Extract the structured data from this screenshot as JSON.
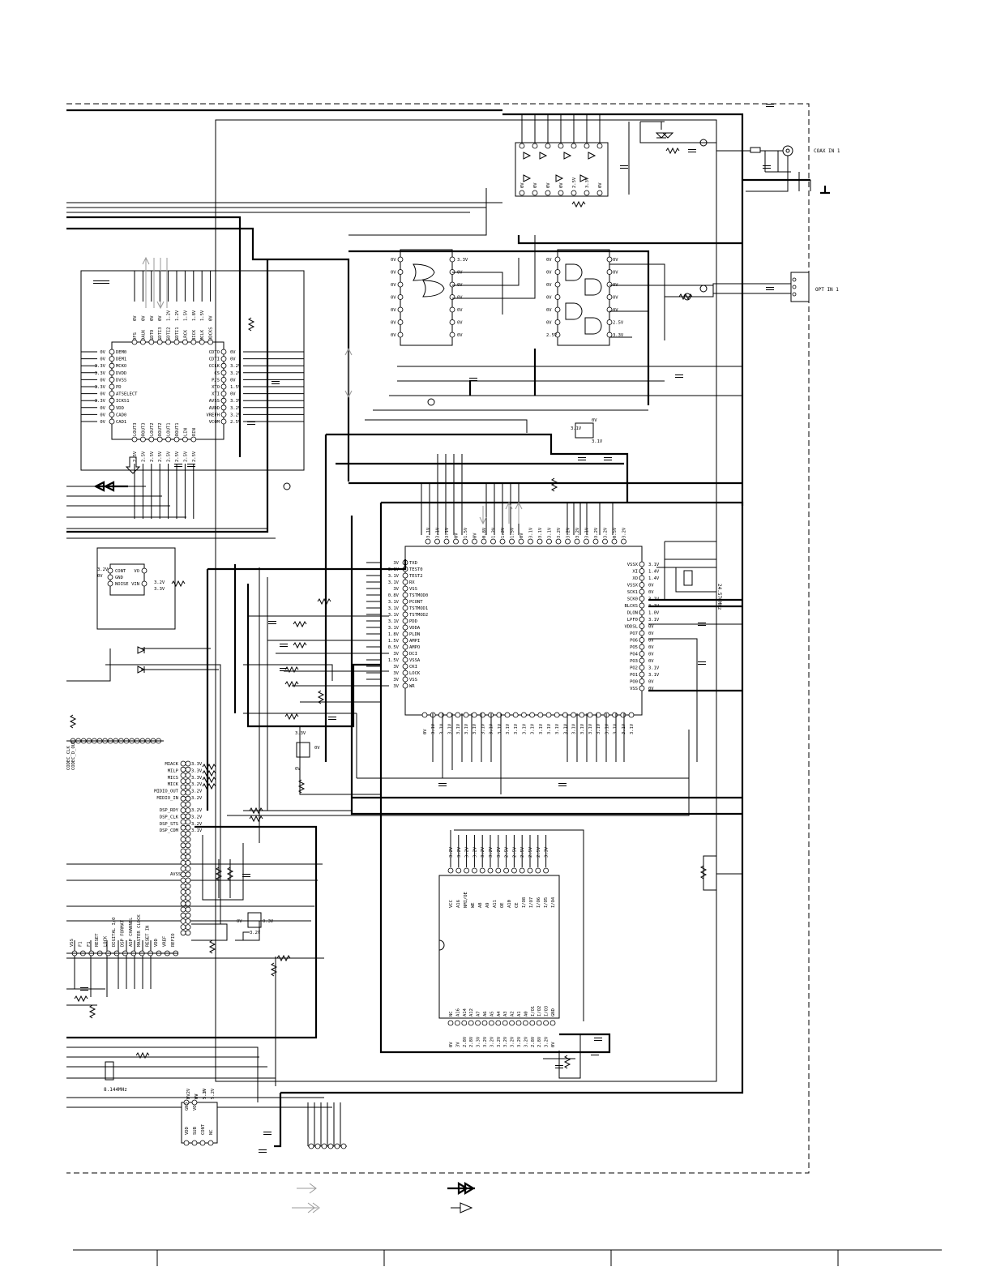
{
  "connectors": {
    "coax_in": "COAX IN 1",
    "opt_in": "OPT IN 1",
    "crystal": "24.576MHz",
    "crystal2": "8.144MHz"
  },
  "adc_ic": {
    "left_pins": [
      "DEM0",
      "DEM1",
      "MCKO",
      "DVDD",
      "DVSS",
      "PD",
      "ATSELECT",
      "ICKS1",
      "VDD",
      "CAD0",
      "CAD1"
    ],
    "left_volts": [
      "0V",
      "0V",
      "3.3V",
      "3.3V",
      "0V",
      "3.3V",
      "0V",
      "3.3V",
      "0V",
      "0V",
      "0V"
    ],
    "right_pins": [
      "CDTO",
      "CDTI",
      "CCLK",
      "CS",
      "P/S",
      "XTO",
      "XTI",
      "AVSS",
      "AVDD",
      "VREFH",
      "VCOM"
    ],
    "right_volts": [
      "0V",
      "0V",
      "3.2V",
      "3.2V",
      "0V",
      "1.5V",
      "0V",
      "3.3V",
      "3.2V",
      "3.2V",
      "2.5V"
    ],
    "top_pins": [
      "DFS",
      "DAUX",
      "SDTO",
      "SDTI3",
      "SDTI2",
      "SDTI1",
      "LRCK",
      "BICK",
      "MCLK",
      "DDCKS"
    ],
    "top_volts": [
      "0V",
      "0V",
      "0V",
      "0V",
      "1.2V",
      "1.2V",
      "1.5V",
      "1.8V",
      "1.5V",
      "0V"
    ],
    "bottom_pins": [
      "LOUT3",
      "ROUT3",
      "LOUT2",
      "ROUT2",
      "LOUT1",
      "ROUT1",
      "LIN",
      "RIN"
    ],
    "bottom_volts": [
      "2.5V",
      "2.5V",
      "2.5V",
      "2.5V",
      "2.5V",
      "2.5V",
      "2.5V",
      "2.5V"
    ]
  },
  "dsp_ic": {
    "left_pins": [
      "TXD",
      "TEST0",
      "TEST2",
      "RX",
      "VSS",
      "TSTMOD0",
      "PCONT",
      "TSTMOD1",
      "TSTMOD2",
      "PDD",
      "VDDA",
      "PLDN",
      "AMPI",
      "AMPO",
      "DCI",
      "VSSA",
      "CKI",
      "LOCK",
      "VSS",
      "WR"
    ],
    "left_volts": [
      "3V",
      "3.1V",
      "3.1V",
      "3.1V",
      "3V",
      "0.8V",
      "3.1V",
      "3.1V",
      "3.1V",
      "3.1V",
      "3.1V",
      "1.8V",
      "1.5V",
      "0.5V",
      "3V",
      "1.5V",
      "3V",
      "3V",
      "3V",
      "3V"
    ],
    "right_pins": [
      "VSSX",
      "XI",
      "XO",
      "VSSX",
      "SCK1",
      "SCK0",
      "BLCKS",
      "DLON",
      "LPF0",
      "VDDSL",
      "PO7",
      "PO6",
      "PO5",
      "PO4",
      "PO3",
      "PO2",
      "PO1",
      "PO0",
      "VSS"
    ],
    "right_volts": [
      "3.1V",
      "1.4V",
      "1.4V",
      "0V",
      "0V",
      "3.1V",
      "3.1V",
      "1.0V",
      "3.1V",
      "0V",
      "0V",
      "0V",
      "0V",
      "0V",
      "0V",
      "3.1V",
      "3.1V",
      "0V",
      "0V"
    ],
    "top_volts": [
      "3.1V",
      "3.1V",
      "3.1V",
      "0V",
      "1.5V",
      "0V",
      "0.8V",
      "1.2V",
      "1.2V",
      "1.5V",
      "0V",
      "3.1V",
      "3.1V",
      "3.1V",
      "3.2V",
      "3.2V",
      "3.2V",
      "3.1V",
      "3.2V",
      "3.2V",
      "0.5V",
      "3.2V"
    ],
    "bottom_volts": [
      "0V",
      "3.1V",
      "3.1V",
      "3.1V",
      "3.1V",
      "3.1V",
      "3.1V",
      "3.1V",
      "3.1V",
      "3.1V",
      "3.1V",
      "3.1V",
      "3.1V",
      "3.1V",
      "3.1V",
      "3.1V",
      "3.1V",
      "3.1V",
      "3.1V",
      "3.1V",
      "3.1V",
      "3.1V",
      "3.1V",
      "3.1V",
      "3.1V",
      "3.1V"
    ]
  },
  "sram_ic": {
    "left_pins": [
      "VCC",
      "A16",
      "NMI/OE",
      "WE",
      "A8",
      "A9",
      "A11",
      "OE",
      "A10",
      "CE",
      "I/O8",
      "I/O7",
      "I/O6",
      "I/O5",
      "I/O4"
    ],
    "bottom_pins": [
      "NC",
      "A16",
      "A14",
      "A12",
      "A7",
      "A6",
      "A5",
      "A4",
      "A3",
      "A2",
      "A1",
      "A0",
      "I/O1",
      "I/O2",
      "I/O3",
      "GND"
    ],
    "top_volts": [
      "3.2V",
      "3.2V",
      "3.2V",
      "3.2V",
      "3.2V",
      "3.2V",
      "3.2V",
      "2.5V",
      "2.5V",
      "2.5V",
      "2.5V",
      "2.5V",
      "3.3V"
    ],
    "bottom_volts": [
      "0V",
      "3V",
      "2.8V",
      "2.8V",
      "3.3V",
      "3.2V",
      "3.2V",
      "3.2V",
      "3.2V",
      "3.2V",
      "3.2V",
      "3.2V",
      "2.8V",
      "2.8V",
      "3.2V",
      "0V"
    ]
  },
  "connector_signals": {
    "group1": [
      "MIACK",
      "MILP",
      "MICS",
      "MICK",
      "MIDIO_OUT",
      "MIDIO_IN"
    ],
    "group1_volts": [
      "3.3V",
      "3.3V",
      "3.3V",
      "3.2V",
      "3.2V",
      "3.2V"
    ],
    "group2": [
      "DSP_RDY",
      "DSP_CLK",
      "DSP_STS",
      "DSP_CDM"
    ],
    "group2_volts": [
      "3.2V",
      "3.2V",
      "3.2V",
      "3.1V"
    ],
    "avss": "AVSS",
    "bottom_labels": [
      "VSS",
      "F1",
      "F1",
      "RESET",
      "LOCK",
      "DIGITAL I/O",
      "DSP FORMAT",
      "ASP CHANNEL",
      "MASTER CLOCK",
      "RESET IN",
      "VDD",
      "VREF",
      "REFIO"
    ],
    "left_labels": [
      "CODEC_CLK",
      "CODEC_D_OUT"
    ]
  },
  "misc_volts": {
    "reg_top": [
      "3.2V",
      "0V",
      "3.2V",
      "3.3V"
    ],
    "reg_pins": [
      "CONT",
      "GND",
      "NOISE",
      "VO",
      "VIN"
    ],
    "reg_bottom": [
      "5.2V",
      "0V",
      "5.2V",
      "5.2V",
      "0V",
      "0V",
      "3.3V"
    ],
    "reg_bottom_pins": [
      "VDD",
      "SUB",
      "CONT",
      "NC",
      "GND",
      "VO"
    ],
    "gates_volts": [
      "3.3V",
      "0V",
      "0V",
      "0V",
      "0V",
      "0V",
      "0V",
      "0V",
      "2.5V",
      "3.3V",
      "0V"
    ],
    "tr_volts": [
      "3.1V",
      "0V",
      "3.1V",
      "3.3V",
      "0V",
      "0V",
      "0V",
      "3.2V",
      "0.3V"
    ]
  },
  "legend": {
    "items": [
      "",
      "",
      "",
      ""
    ]
  }
}
